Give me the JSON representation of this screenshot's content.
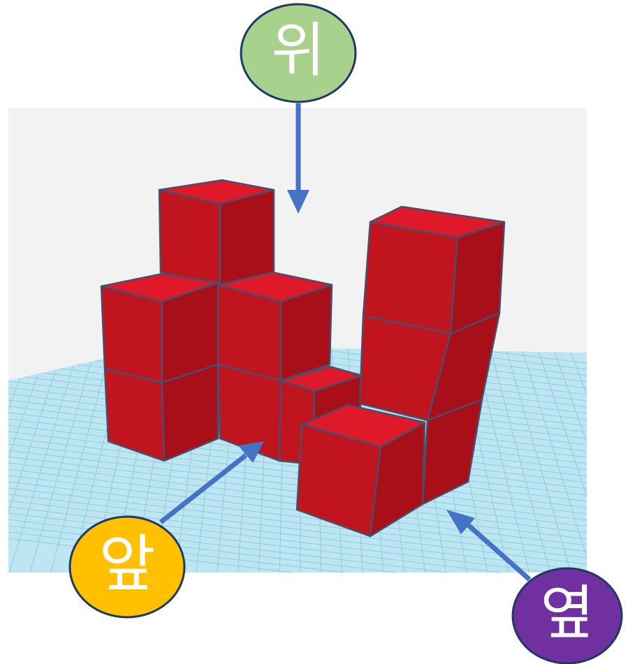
{
  "labels": {
    "top": "위",
    "front": "앞",
    "side": "옆"
  },
  "colors": {
    "top_circle": "#A9D18E",
    "front_circle": "#FFC000",
    "side_circle": "#7030A0",
    "arrow": "#4472C4",
    "cube_front": "#C0141E",
    "cube_side": "#A80F19",
    "cube_top": "#E0192A",
    "cube_edge": "#4A4E6A",
    "grid_bg": "#BEE6F2",
    "grid_line": "#8FCBE0",
    "backdrop": "#F2F2F2"
  },
  "icons": {
    "top_arrow": "arrow-down-icon",
    "front_arrow": "arrow-up-right-icon",
    "side_arrow": "arrow-up-left-icon"
  }
}
